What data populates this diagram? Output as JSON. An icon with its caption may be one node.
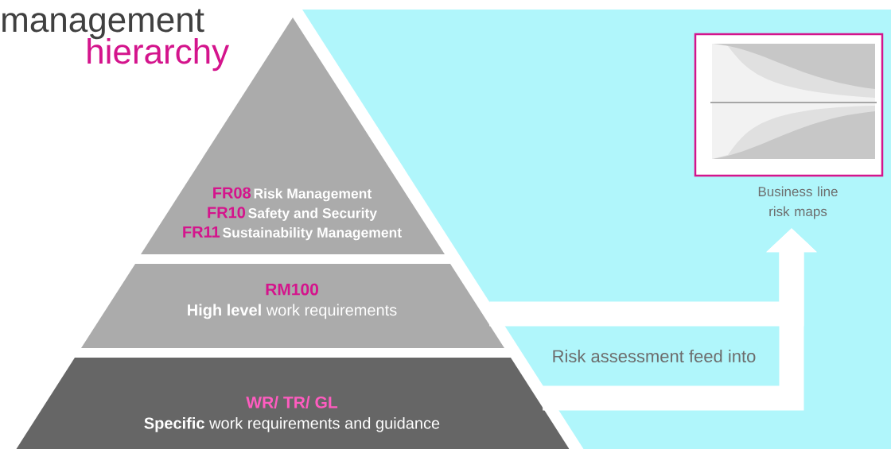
{
  "diagram": {
    "title": "management",
    "nodes": [
      {
        "text": [
          "FR08",
          "Risk Management",
          "FR10",
          "Safety and Security",
          "FR11",
          "Sustainability Management"
        ]
      },
      {
        "text": [
          "RM100",
          "**High level** work requirements"
        ]
      },
      {
        "text": [
          "WR/ TR/ GL",
          "**Specific**  work  requirements and guidance"
        ]
      },
      {
        "text": [],
        "shape": "picture",
        "beside": [
          "Business line risk maps"
        ]
      }
    ],
    "edges": [
      {
        "from": 1,
        "to": 3,
        "arrow": "to"
      },
      {
        "from": 2,
        "to": 3,
        "arrow": "to",
        "label": "Risk assessment feed into"
      }
    ],
    "labels": [
      "hierarchy"
    ]
  }
}
